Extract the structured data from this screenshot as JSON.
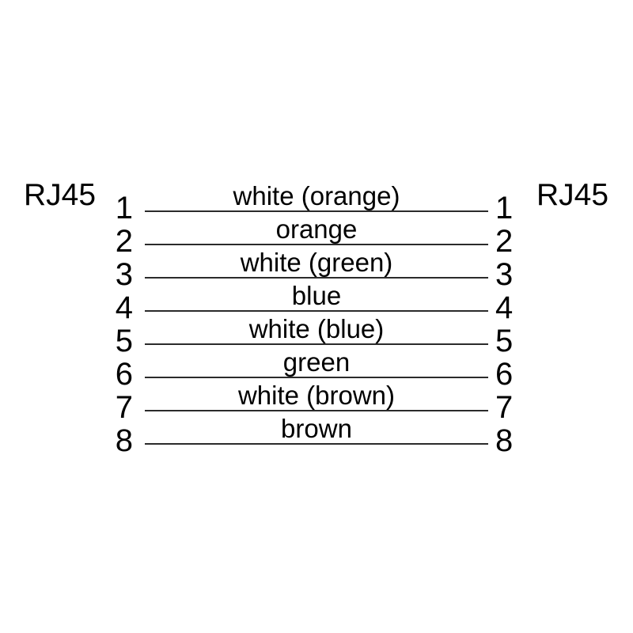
{
  "diagram": {
    "left_connector": "RJ45",
    "right_connector": "RJ45",
    "wires": [
      {
        "left_pin": "1",
        "right_pin": "1",
        "label": "white (orange)"
      },
      {
        "left_pin": "2",
        "right_pin": "2",
        "label": "orange"
      },
      {
        "left_pin": "3",
        "right_pin": "3",
        "label": "white (green)"
      },
      {
        "left_pin": "4",
        "right_pin": "4",
        "label": "blue"
      },
      {
        "left_pin": "5",
        "right_pin": "5",
        "label": "white (blue)"
      },
      {
        "left_pin": "6",
        "right_pin": "6",
        "label": "green"
      },
      {
        "left_pin": "7",
        "right_pin": "7",
        "label": "white (brown)"
      },
      {
        "left_pin": "8",
        "right_pin": "8",
        "label": "brown"
      }
    ],
    "colors": {
      "background": "#ffffff",
      "text": "#000000",
      "wire_line": "#2b2b2b"
    }
  }
}
